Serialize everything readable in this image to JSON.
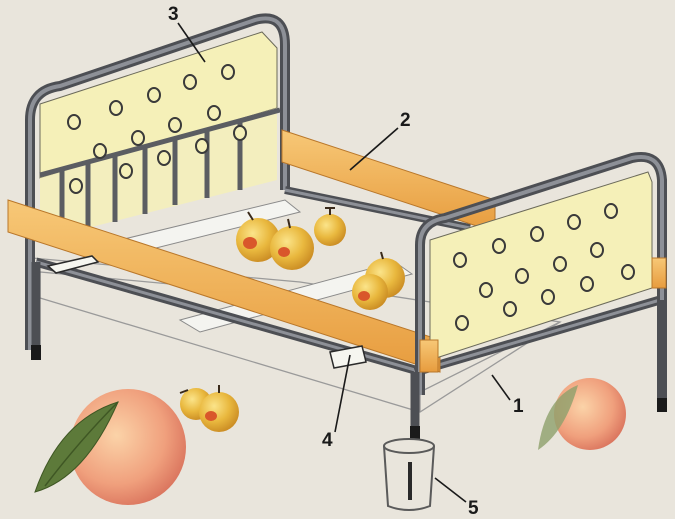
{
  "labels": {
    "l1": "1",
    "l2": "2",
    "l3": "3",
    "l4": "4",
    "l5": "5"
  },
  "colors": {
    "background": "#e9e5dc",
    "panel": "#f5f0b8",
    "frame_dark": "#4d4f54",
    "frame_light": "#8d9097",
    "wood_bar": "#f0b155",
    "apple": "#e9b83e",
    "apple_blush": "#d9572b",
    "peach": "#f0a07d",
    "leaf": "#5d7a3a",
    "glass": "#6e6e6e"
  }
}
